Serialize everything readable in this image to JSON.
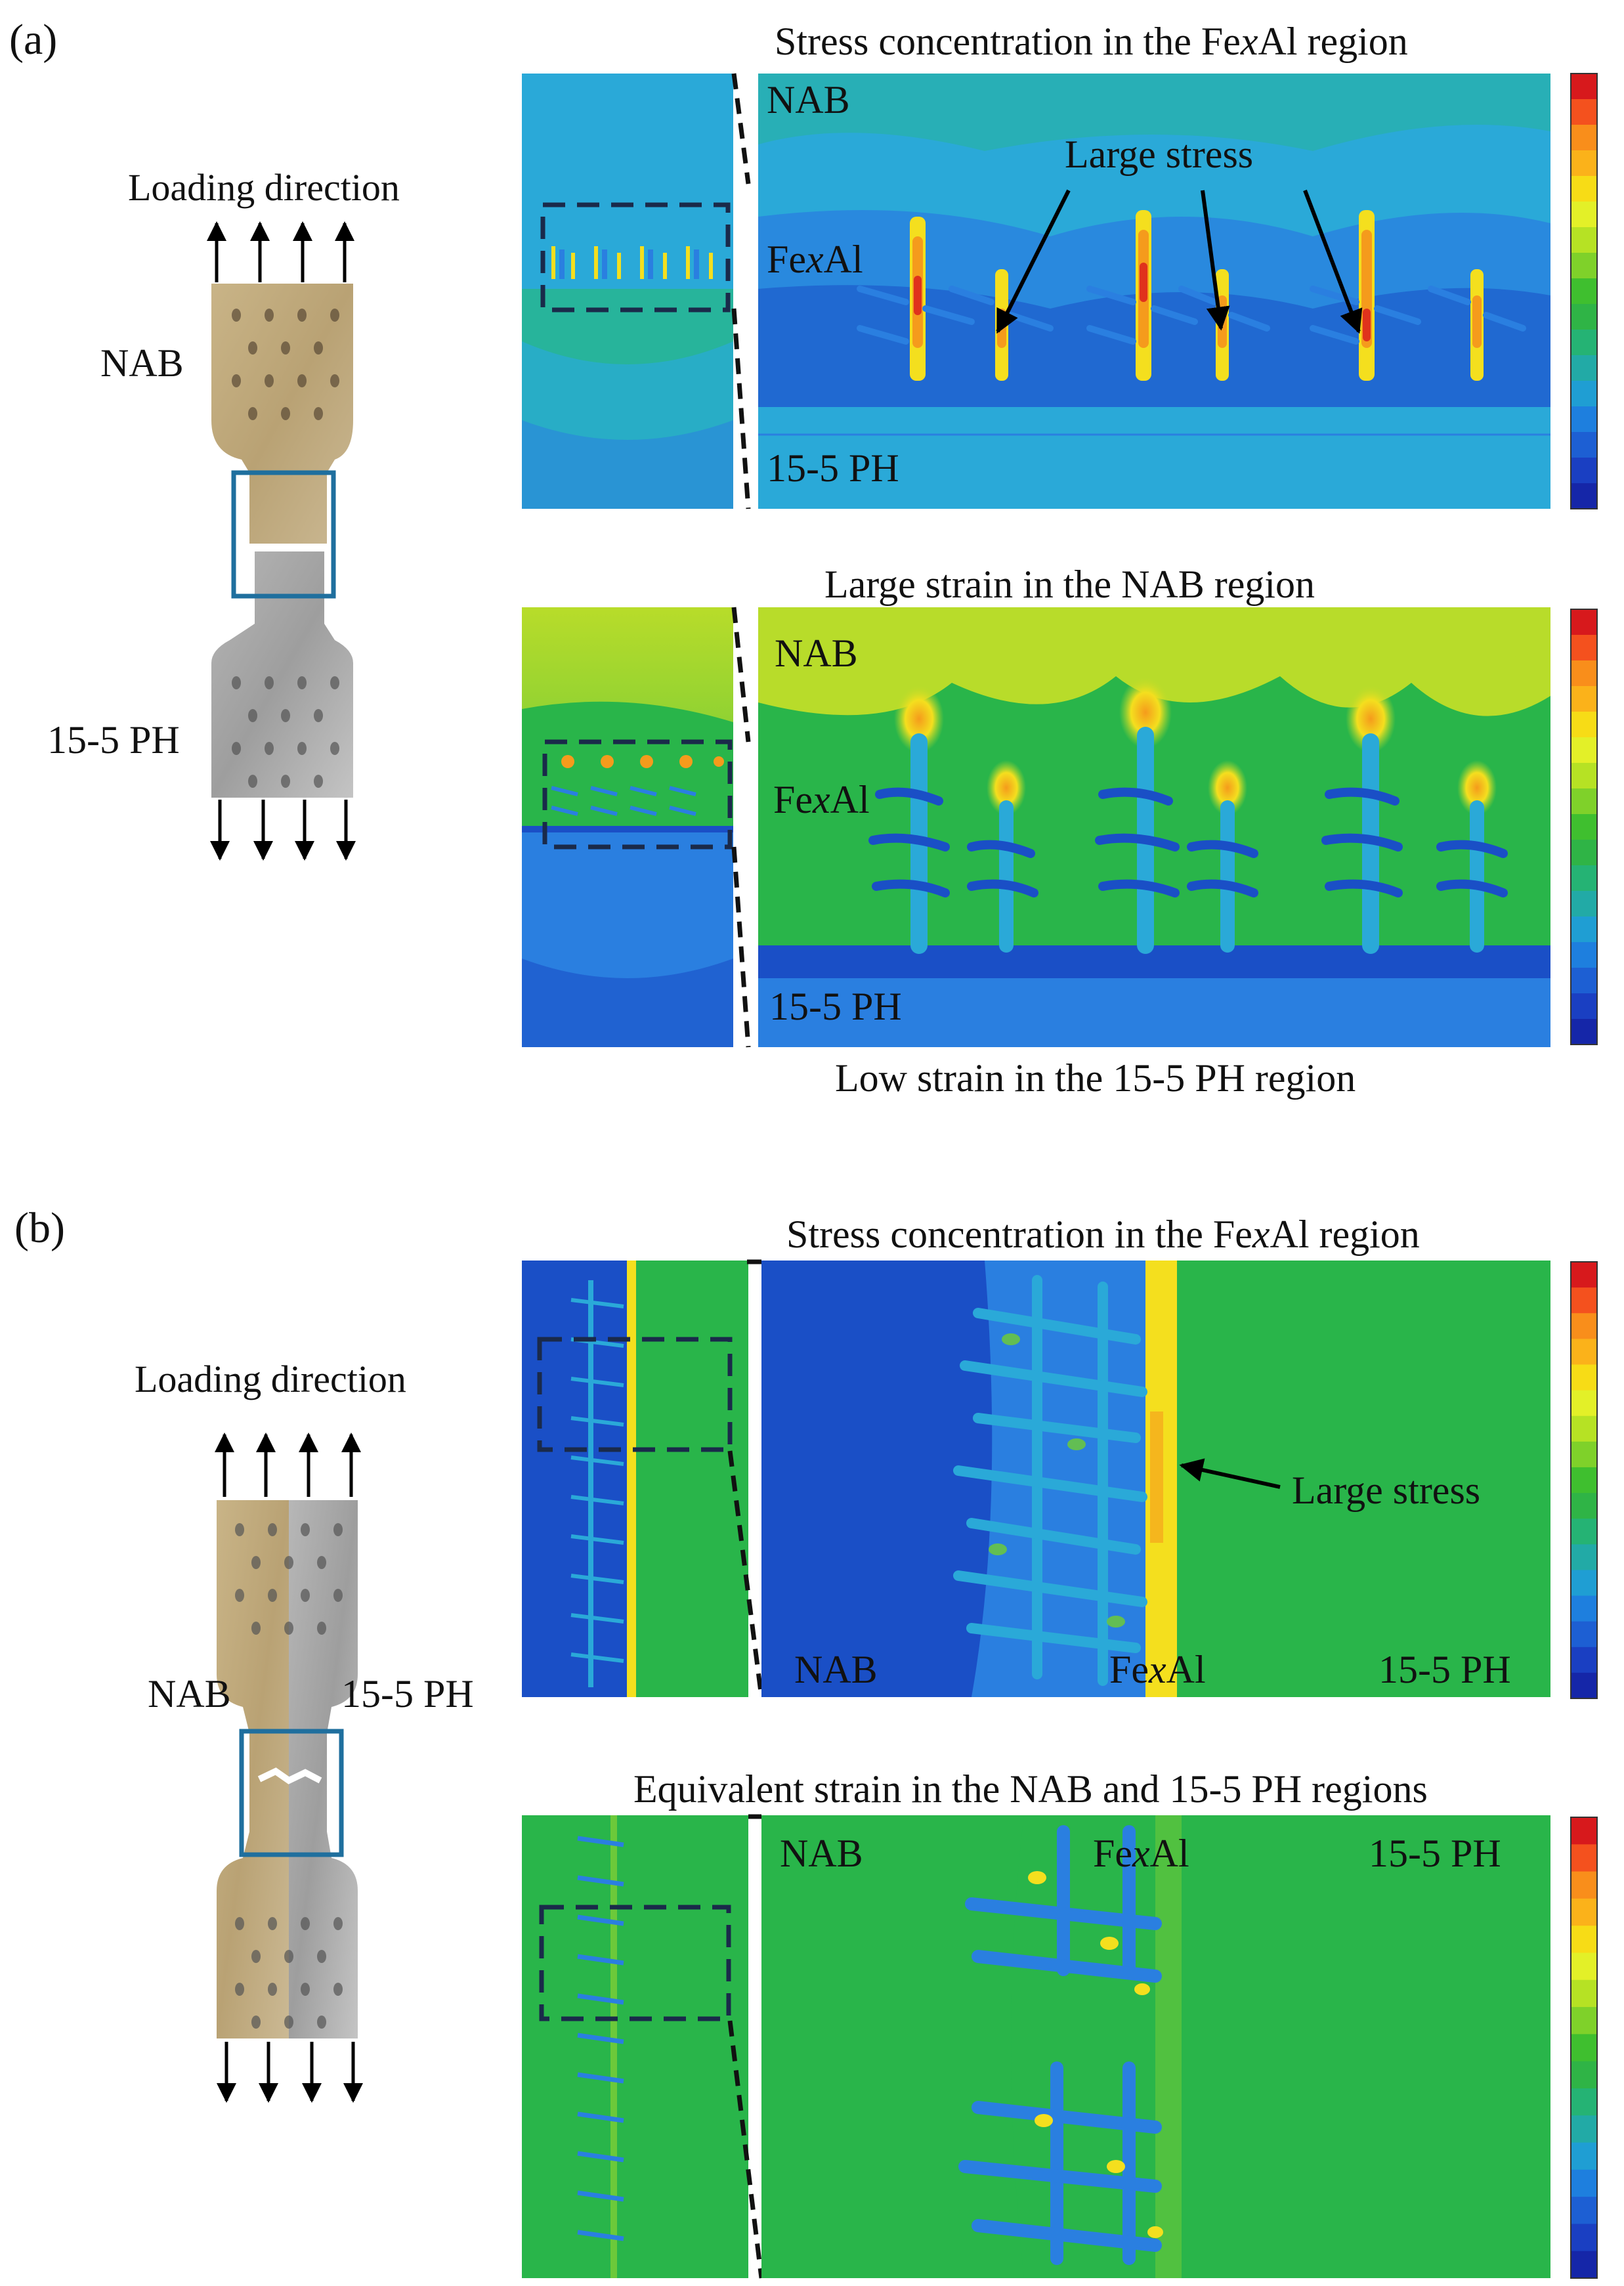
{
  "figure": {
    "panels": [
      {
        "label": "(a)",
        "specimen": {
          "loading_label": "Loading direction",
          "material_top": "NAB",
          "material_bottom": "15-5 PH"
        },
        "contours": [
          {
            "title": "Stress concentration in the FexAl region",
            "title_parts": [
              "Stress concentration in the Fe",
              "x",
              "Al region"
            ],
            "labels": {
              "nab": "NAB",
              "fexal": "FexAl",
              "ph": "15-5 PH",
              "fexal_parts": [
                "Fe",
                "x",
                "Al"
              ]
            },
            "annotation": "Large stress"
          },
          {
            "title": "Large strain in the NAB region",
            "labels": {
              "nab": "NAB",
              "fexal": "FexAl",
              "ph": "15-5 PH",
              "fexal_parts": [
                "Fe",
                "x",
                "Al"
              ]
            },
            "caption_below": "Low strain in the 15-5 PH region"
          }
        ]
      },
      {
        "label": "(b)",
        "specimen": {
          "loading_label": "Loading direction",
          "material_left": "NAB",
          "material_right": "15-5 PH"
        },
        "contours": [
          {
            "title": "Stress concentration in the FexAl region",
            "title_parts": [
              "Stress concentration in the Fe",
              "x",
              "Al region"
            ],
            "labels": {
              "nab": "NAB",
              "fexal": "FexAl",
              "ph": "15-5 PH",
              "fexal_parts": [
                "Fe",
                "x",
                "Al"
              ]
            },
            "annotation": "Large stress"
          },
          {
            "title": "Equivalent strain in the NAB and 15-5 PH regions",
            "labels": {
              "nab": "NAB",
              "fexal": "FexAl",
              "ph": "15-5 PH",
              "fexal_parts": [
                "Fe",
                "x",
                "Al"
              ]
            }
          }
        ]
      }
    ],
    "colorbar_colors": [
      "#d7191c",
      "#f4511e",
      "#f98e1b",
      "#fbb21a",
      "#f7dc16",
      "#e3f028",
      "#b6e224",
      "#7fd12a",
      "#3fbf2f",
      "#2fb446",
      "#25b374",
      "#22aaa6",
      "#1f9ed3",
      "#1e7fde",
      "#1d5fd3",
      "#1a3fc2",
      "#1526a8"
    ],
    "fringe_colors": {
      "blue_dark": "#1a4fc6",
      "blue": "#2a7fe0",
      "cyan": "#2aa9d8",
      "teal": "#27b49b",
      "green": "#29b54a",
      "green_light": "#6cc93a",
      "yellow_green": "#b8dc2a",
      "yellow": "#f4df1e",
      "orange": "#f59b1c",
      "red": "#e0321c"
    }
  }
}
